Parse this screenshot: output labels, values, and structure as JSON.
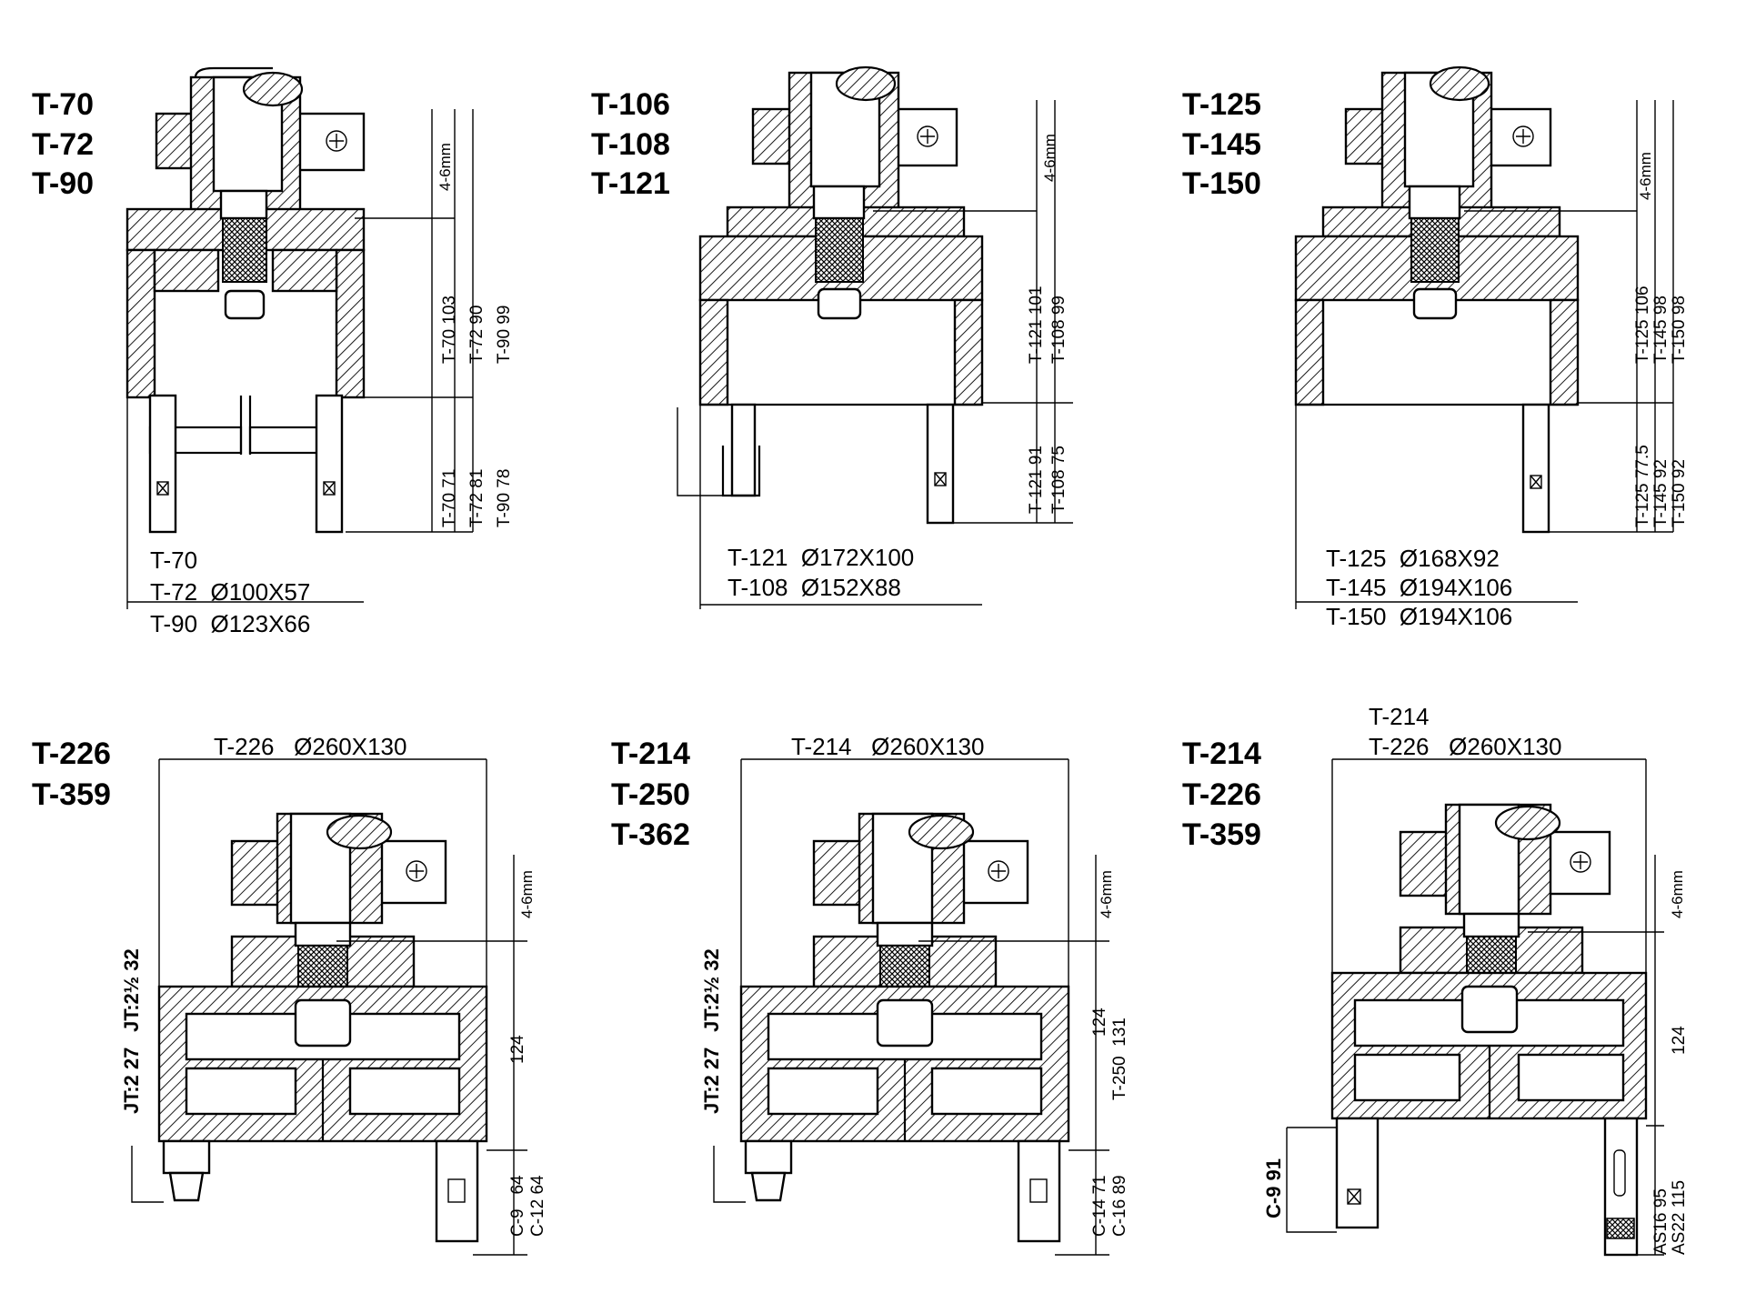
{
  "panels": [
    {
      "id": "p1",
      "titles": [
        "T-70",
        "T-72",
        "T-90"
      ],
      "gap_label": "4-6mm",
      "bottom_dims": [
        "T-70",
        "T-72  Ø100X57",
        "T-90  Ø123X66"
      ],
      "upper_dims": [
        "T-70  103",
        "T-72  90",
        "T-90  99"
      ],
      "lower_dims": [
        "T-70  71",
        "T-72  81",
        "T-90  78"
      ]
    },
    {
      "id": "p2",
      "titles": [
        "T-106",
        "T-108",
        "T-121"
      ],
      "gap_label": "4-6mm",
      "bottom_dims": [
        "T-121  Ø172X100",
        "T-108  Ø152X88"
      ],
      "upper_dims": [
        "T-121  101",
        "T-108  99"
      ],
      "lower_dims": [
        "T-121  91",
        "T-108  75"
      ]
    },
    {
      "id": "p3",
      "titles": [
        "T-125",
        "T-145",
        "T-150"
      ],
      "gap_label": "4-6mm",
      "bottom_dims": [
        "T-125  Ø168X92",
        "T-145  Ø194X106",
        "T-150  Ø194X106"
      ],
      "upper_dims": [
        "T-125  106",
        "T-145  98",
        "T-150  98"
      ],
      "lower_dims": [
        "T-125  77.5",
        "T-145  92",
        "T-150  92"
      ]
    },
    {
      "id": "p4",
      "titles": [
        "T-226",
        "T-359"
      ],
      "gap_label": "4-6mm",
      "top_dims": [
        "T-226   Ø260X130"
      ],
      "height_dims": [
        "124"
      ],
      "lower_dims": [
        "C-9   64",
        "C-12 64"
      ],
      "jt_dims": [
        "JT:2 27",
        "JT:2½ 32"
      ]
    },
    {
      "id": "p5",
      "titles": [
        "T-214",
        "T-250",
        "T-362"
      ],
      "gap_label": "4-6mm",
      "top_dims": [
        "T-214   Ø260X130"
      ],
      "height_dims": [
        "124",
        "T-250  131"
      ],
      "lower_dims": [
        "C-14 71",
        "C-16 89"
      ],
      "jt_dims": [
        "JT:2 27",
        "JT:2½ 32"
      ]
    },
    {
      "id": "p6",
      "titles": [
        "T-214",
        "T-226",
        "T-359"
      ],
      "gap_label": "4-6mm",
      "top_dims": [
        "T-214",
        "T-226   Ø260X130"
      ],
      "height_dims": [
        "124"
      ],
      "lower_dims": [
        "AS16 95",
        "AS22 115"
      ],
      "left_dims": [
        "C-9 91"
      ]
    }
  ]
}
